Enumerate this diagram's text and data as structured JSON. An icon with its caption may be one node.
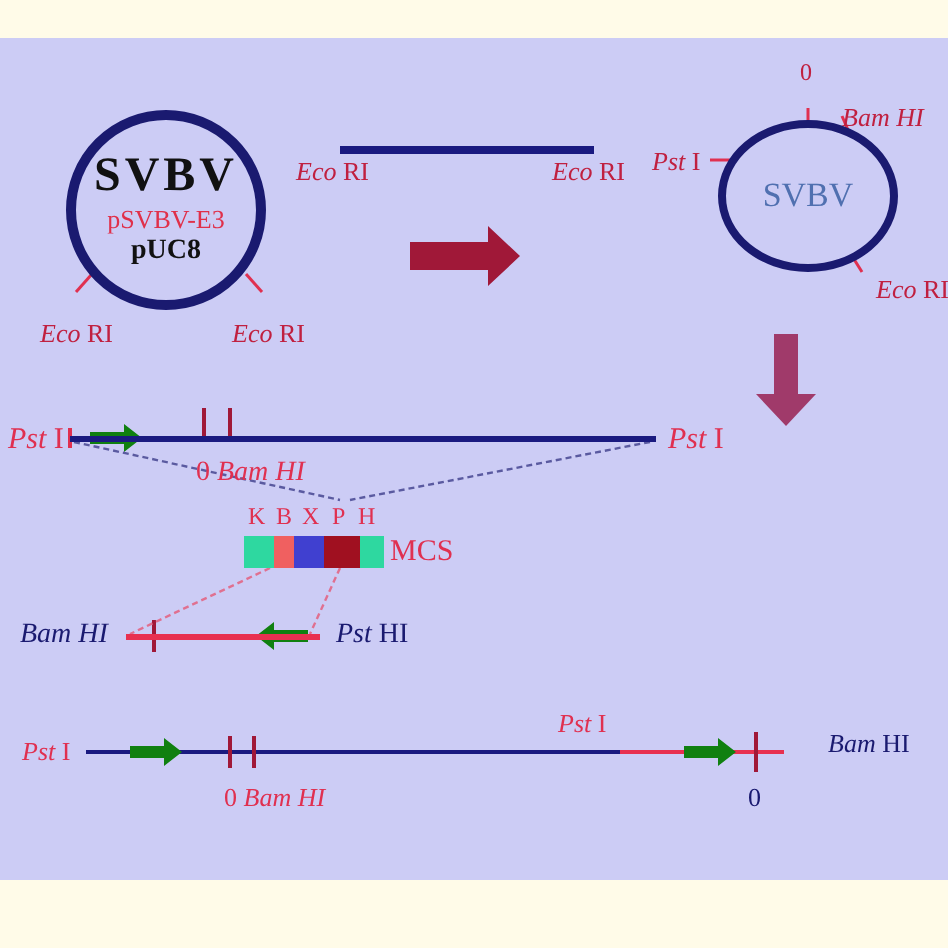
{
  "diagram": {
    "nodes": [
      {
        "text": [
          "SVBV",
          "pSVBV-E3",
          "pUC8"
        ]
      },
      {
        "text": [],
        "shape": "bar"
      },
      {
        "text": [
          "SVBV"
        ]
      },
      {
        "text": [],
        "shape": "bar"
      },
      {
        "text": [],
        "shape": "bar",
        "beside": [
          "MCS"
        ]
      },
      {
        "text": [],
        "shape": "bar"
      }
    ],
    "edges": [
      {
        "from": 3,
        "to": 4,
        "arrow": "none",
        "style": "dashed",
        "color": "#5a5aa0"
      },
      {
        "from": 3,
        "to": 4,
        "arrow": "none",
        "style": "dashed",
        "color": "#5a5aa0"
      },
      {
        "from": 4,
        "to": 5,
        "arrow": "none",
        "style": "dashed",
        "color": "#e07090"
      },
      {
        "from": 4,
        "to": 5,
        "arrow": "none",
        "style": "dashed",
        "color": "#e07090"
      }
    ],
    "labels": [
      "*Eco* RI",
      "*Eco* RI",
      "*Eco* RI",
      "*Eco* RI",
      "0",
      "*Bam HI*",
      "*Pst* I",
      "*Eco* RI",
      "*Pst* I",
      "*Pst* I",
      "0 *Bam HI*",
      "K",
      "B",
      "X",
      "P",
      "H",
      "*Bam HI*",
      "*Pst* HI",
      "*Pst* I",
      "*Pst* I",
      "*Bam* HI",
      "0 *Bam HI*",
      "0"
    ]
  }
}
